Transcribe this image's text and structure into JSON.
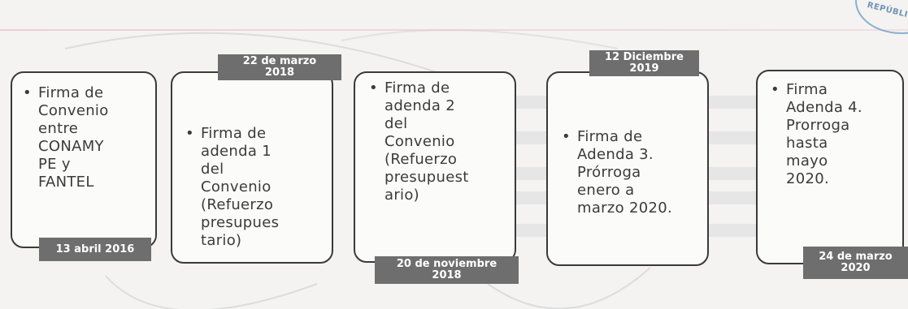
{
  "seal": {
    "text": "REPÚBLIC"
  },
  "timeline": [
    {
      "text": "Firma de\nConvenio\nentre\nCONAMY\nPE y\nFANTEL",
      "date": "13 abril 2016"
    },
    {
      "text": "Firma de\nadenda 1\ndel\nConvenio\n(Refuerzo\npresupues\ntario)",
      "date": "22 de marzo\n2018"
    },
    {
      "text": "Firma de\nadenda 2\ndel\nConvenio\n(Refuerzo\npresupuest\nario)",
      "date": "20 de noviembre\n2018"
    },
    {
      "text": "Firma de\nAdenda 3.\nPrórroga\nenero a\nmarzo 2020.",
      "date": "12 Diciembre\n2019"
    },
    {
      "text": "Firma\nAdenda 4.\nProrroga\nhasta\nmayo\n2020.",
      "date": "24 de marzo\n2020"
    }
  ],
  "colors": {
    "card_border": "#3a3a3a",
    "date_bg": "#6e6e6e",
    "date_text": "#ffffff",
    "seal": "#6f94b8"
  }
}
